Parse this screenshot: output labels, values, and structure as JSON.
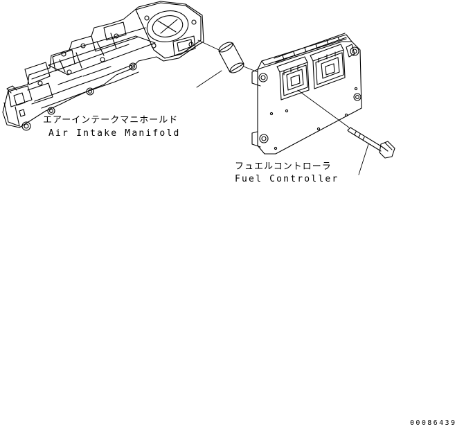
{
  "labels": {
    "manifold_jp": "エアーインテークマニホールド",
    "manifold_en": "Air Intake Manifold",
    "controller_jp": "フュエルコントローラ",
    "controller_en": "Fuel Controller",
    "drawing_code": "00086439"
  },
  "colors": {
    "line": "#000000",
    "background": "#ffffff"
  }
}
